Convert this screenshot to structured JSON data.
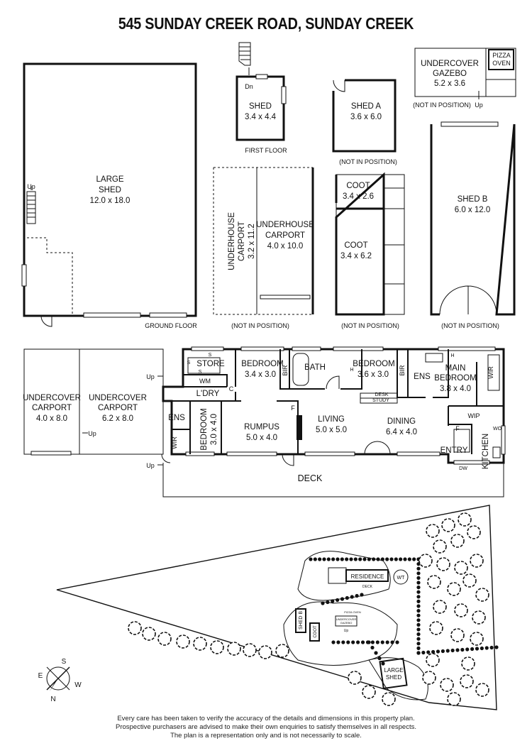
{
  "title": "545 SUNDAY CREEK ROAD, SUNDAY CREEK",
  "levels": {
    "first_floor": "FIRST FLOOR",
    "ground_floor": "GROUND FLOOR"
  },
  "outbuildings": {
    "large_shed": {
      "name": "LARGE SHED",
      "line1": "LARGE",
      "line2": "SHED",
      "dims": "12.0 x 18.0",
      "up": "Up"
    },
    "shed": {
      "name": "SHED",
      "dims": "3.4 x 4.4",
      "dn": "Dn"
    },
    "shed_a": {
      "name": "SHED A",
      "dims": "3.6 x 6.0",
      "note": "(NOT IN POSITION)"
    },
    "gazebo": {
      "line1": "UNDERCOVER",
      "line2": "GAZEBO",
      "dims": "5.2 x 3.6",
      "note": "(NOT IN POSITION)",
      "up": "Up"
    },
    "pizza_oven": {
      "line1": "PIZZA",
      "line2": "OVEN"
    },
    "shed_b": {
      "name": "SHED B",
      "dims": "6.0 x 12.0",
      "note": "(NOT IN POSITION)"
    },
    "underhouse_carport_1": {
      "line1": "UNDERHOUSE",
      "line2": "CARPORT",
      "dims": "3.2 x 11.2"
    },
    "underhouse_carport_2": {
      "line1": "UNDERHOUSE",
      "line2": "CARPORT",
      "dims": "4.0 x 10.0"
    },
    "underhouse_note": "(NOT IN POSITION)",
    "coot_1": {
      "name": "COOT",
      "dims": "3.4 x 2.6"
    },
    "coot_2": {
      "name": "COOT",
      "dims": "3.4 x 6.2"
    },
    "coot_note": "(NOT IN POSITION)"
  },
  "house": {
    "carport_1": {
      "line1": "UNDERCOVER",
      "line2": "CARPORT",
      "dims": "4.0 x 8.0"
    },
    "carport_2": {
      "line1": "UNDERCOVER",
      "line2": "CARPORT",
      "dims": "6.2 x 8.0"
    },
    "up": "Up",
    "store": "STORE",
    "s": "S",
    "wm": "WM",
    "c": "C",
    "f": "F",
    "h": "H",
    "laundry": "L'DRY",
    "bedroom_1": {
      "name": "BEDROOM",
      "dims": "3.4 x 3.0"
    },
    "bir": "BIR",
    "bath": "BATH",
    "bedroom_2": {
      "name": "BEDROOM",
      "dims": "3.6 x 3.0"
    },
    "desk": "DESK",
    "study": "STUDY",
    "ens": "ENS",
    "main_bedroom": {
      "line1": "MAIN",
      "line2": "BEDROOM",
      "dims": "3.8 x 4.0"
    },
    "wir": "WIR",
    "bedroom_3": {
      "name": "BEDROOM",
      "dims": "3.0 x 4.0"
    },
    "rumpus": {
      "name": "RUMPUS",
      "dims": "5.0 x 4.0"
    },
    "living": {
      "name": "LIVING",
      "dims": "5.0 x 5.0"
    },
    "dining": {
      "name": "DINING",
      "dims": "6.4 x 4.0"
    },
    "wip": "WIP",
    "wo": "WO",
    "dw": "DW",
    "kitchen": "KITCHEN",
    "entry": "ENTRY",
    "deck": "DECK"
  },
  "site": {
    "residence": "RESIDENCE",
    "deck": "DECK",
    "wt": "WT",
    "shed_b": "SHED B",
    "coot": "COOT",
    "pizza_oven": "PIZZA OVEN",
    "gazebo_line1": "UNDERCOVER",
    "gazebo_line2": "GAZEBO",
    "up": "Up",
    "large_shed_line1": "LARGE",
    "large_shed_line2": "SHED"
  },
  "compass": {
    "n": "N",
    "s": "S",
    "e": "E",
    "w": "W"
  },
  "disclaimer": [
    "Every care has been taken to verify the accuracy of the details and dimensions in this property plan.",
    "Prospective purchasers are advised to make their own enquiries to satisfy themselves in all respects.",
    "The plan is a representation only and is not necessarily to scale."
  ]
}
